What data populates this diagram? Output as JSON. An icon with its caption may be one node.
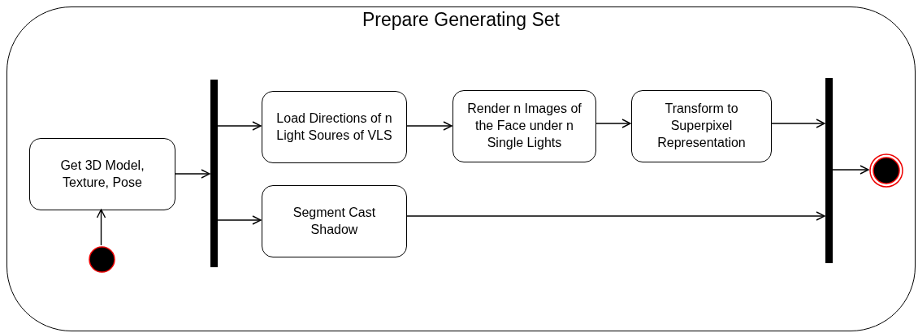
{
  "diagram": {
    "nodes": [
      {
        "text": [
          "Prepare Generating Set"
        ]
      },
      {
        "text": [
          "Get 3D Model, Texture, Pose"
        ],
        "in": 0
      },
      {
        "text": [],
        "shape": "circle",
        "in": 0
      },
      {
        "text": [],
        "shape": "bar",
        "in": 0
      },
      {
        "text": [
          "Load Directions of n Light Soures of VLS"
        ],
        "in": 0
      },
      {
        "text": [
          "Segment Cast Shadow"
        ],
        "in": 0
      },
      {
        "text": [
          "Render n Images of the Face under n Single Lights"
        ],
        "in": 0
      },
      {
        "text": [
          "Transform to Superpixel Representation"
        ],
        "in": 0
      },
      {
        "text": [],
        "shape": "bar",
        "in": 0
      },
      {
        "text": [],
        "shape": "circle",
        "in": 0
      }
    ],
    "edges": [
      {
        "from": 2,
        "to": 1,
        "arrow": "to"
      },
      {
        "from": 1,
        "to": 3,
        "arrow": "to"
      },
      {
        "from": 3,
        "to": 4,
        "arrow": "to"
      },
      {
        "from": 3,
        "to": 5,
        "arrow": "to"
      },
      {
        "from": 4,
        "to": 6,
        "arrow": "to"
      },
      {
        "from": 6,
        "to": 7,
        "arrow": "to"
      },
      {
        "from": 7,
        "to": 8,
        "arrow": "to"
      },
      {
        "from": 5,
        "to": 8,
        "arrow": "to"
      },
      {
        "from": 8,
        "to": 9,
        "arrow": "to"
      }
    ]
  }
}
